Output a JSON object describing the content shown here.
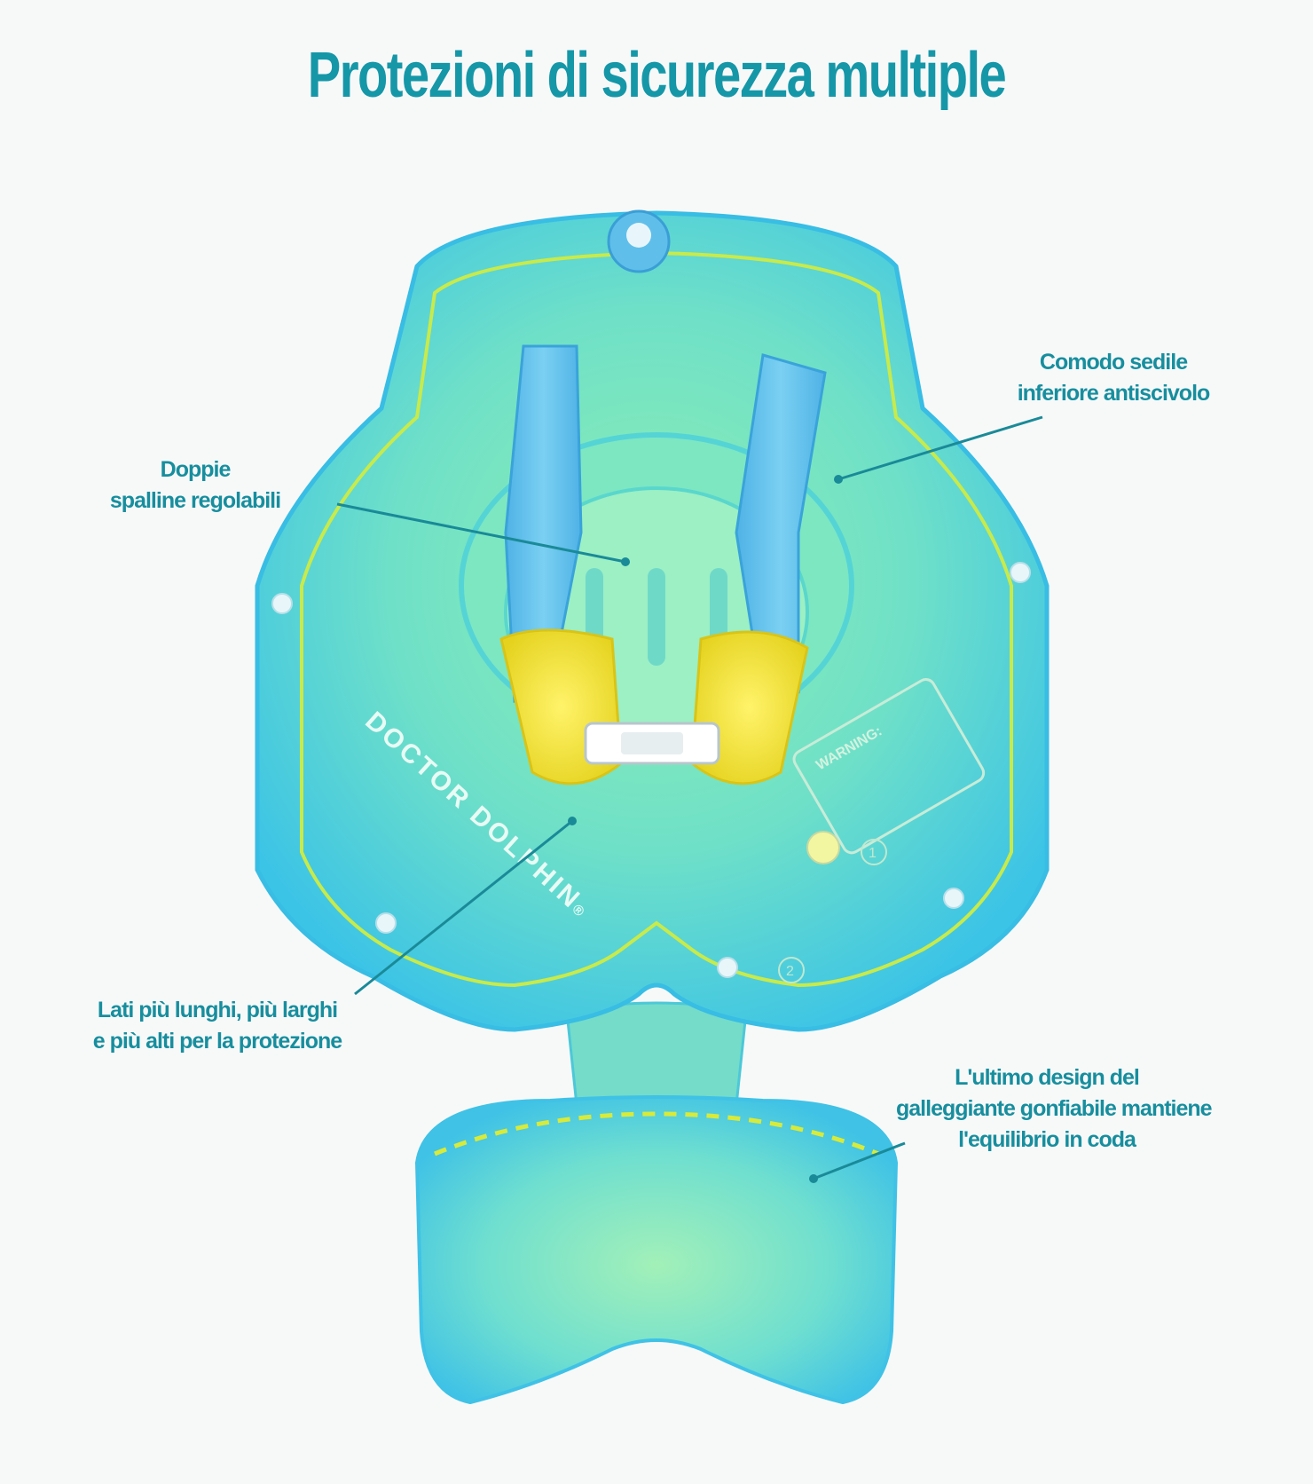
{
  "title": "Protezioni di sicurezza multiple",
  "callouts": {
    "shoulder": [
      "Doppie",
      "spalline regolabili"
    ],
    "seat": [
      "Comodo sedile",
      "inferiore antiscivolo"
    ],
    "sides": [
      "Lati più lunghi, più larghi",
      "e più alti per la protezione"
    ],
    "tail": [
      "L'ultimo design del",
      "galleggiante gonfiabile mantiene",
      "l'equilibrio in coda"
    ]
  },
  "product": {
    "brand_text": "DOCTOR DOLPHIN",
    "brand_mark": "®",
    "warning_label": "WARNING:",
    "valve_1": "1",
    "valve_2": "2"
  },
  "colors": {
    "accent": "#1597a8",
    "float_outer": "#3fc6e8",
    "float_inner": "#7fe8b8",
    "strap": "#5cc0ea",
    "buckle_pad": "#f2e42a"
  }
}
